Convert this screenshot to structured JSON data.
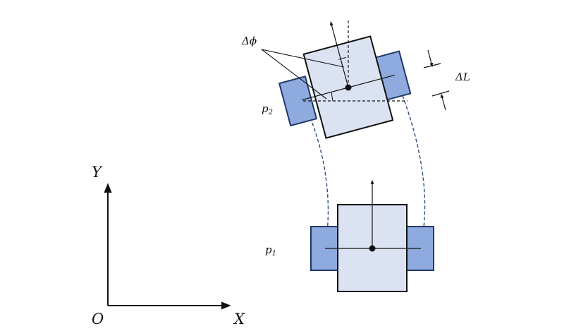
{
  "axes": {
    "origin": "O",
    "x_label": "X",
    "y_label": "Y"
  },
  "labels": {
    "delta_phi": "Δϕ",
    "delta_L": "ΔL",
    "pose1": {
      "base": "p",
      "sub": "1"
    },
    "pose2": {
      "base": "p",
      "sub": "2"
    }
  },
  "colors": {
    "body_fill": "#dbe3f3",
    "wheel_fill": "#8eaadf",
    "wheel_stroke": "#1f3866",
    "outline": "#111111",
    "trajectory": "#2f4c7e"
  }
}
